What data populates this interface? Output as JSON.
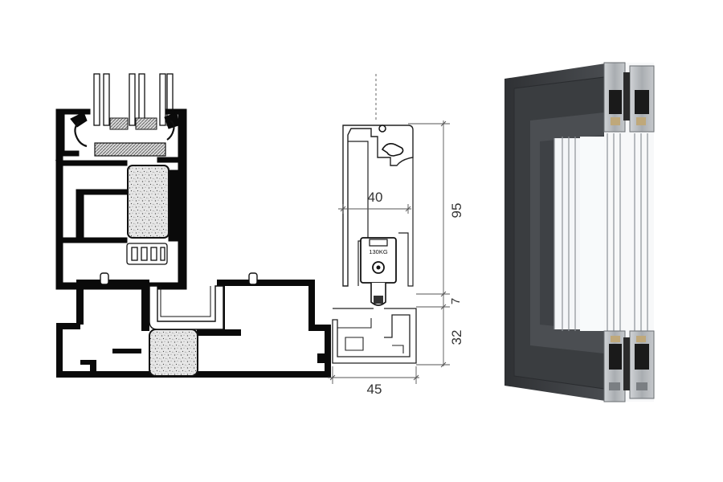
{
  "drawings": {
    "section_view": {},
    "dimension_view": {
      "roller_label": "130KG",
      "dimensions": {
        "width_top": "40",
        "height_main": "95",
        "height_small": "7",
        "height_track": "32",
        "width_track": "45"
      }
    },
    "render_view": {}
  },
  "colors": {
    "line": "#111111",
    "profile_fill": "#0a0a0a",
    "insulation_fill": "#e3e3e3",
    "frame_dark": "#3c3e41",
    "frame_mid": "#4b4e52",
    "aluminium_light": "#b8bcc0",
    "glass": "#f4f6f8"
  }
}
